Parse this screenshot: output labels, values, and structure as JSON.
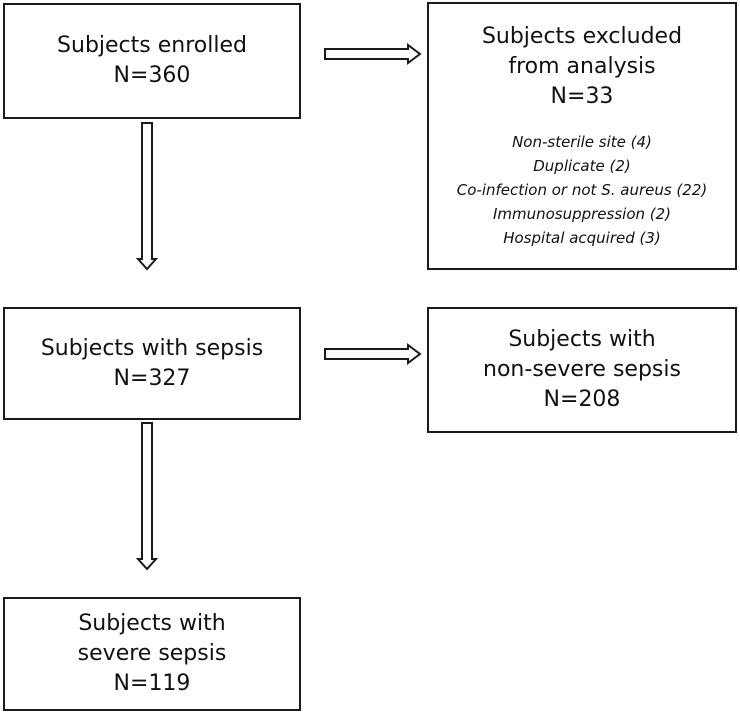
{
  "enrolled": {
    "line1": "Subjects enrolled",
    "line2": "N=360"
  },
  "excluded": {
    "line1": "Subjects excluded",
    "line2": "from analysis",
    "line3": "N=33",
    "reasons": [
      "Non-sterile site (4)",
      "Duplicate (2)",
      "Co-infection or not S. aureus (22)",
      "Immunosuppression (2)",
      "Hospital acquired (3)"
    ]
  },
  "sepsis": {
    "line1": "Subjects with sepsis",
    "line2": "N=327"
  },
  "non_severe": {
    "line1": "Subjects with",
    "line2": "non-severe sepsis",
    "line3": "N=208"
  },
  "severe": {
    "line1": "Subjects with",
    "line2": "severe sepsis",
    "line3": "N=119"
  }
}
